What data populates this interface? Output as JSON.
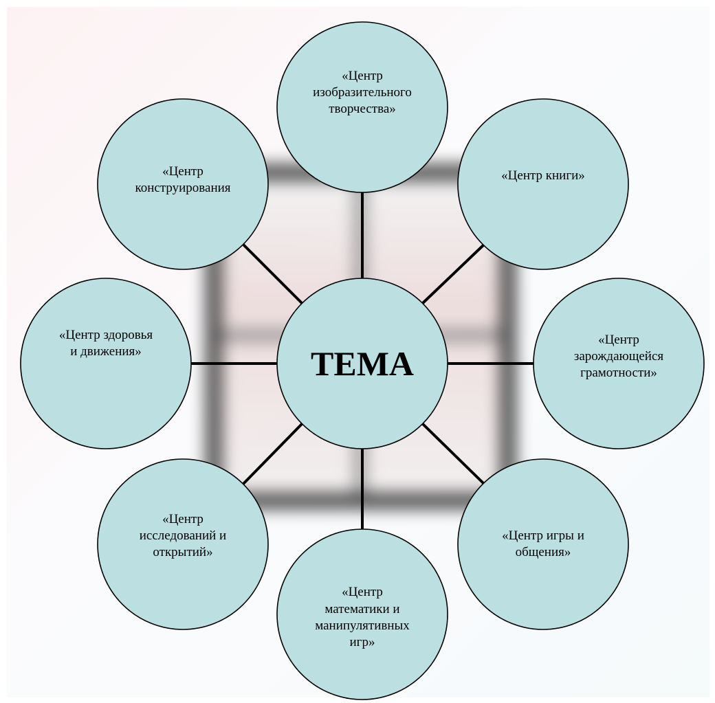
{
  "center": {
    "label": "ТЕМА"
  },
  "nodes": [
    {
      "id": "art",
      "label": "«Центр\nизобразительного\nтворчества»"
    },
    {
      "id": "book",
      "label": "«Центр книги»"
    },
    {
      "id": "literacy",
      "label": "«Центр\nзарождающейся\nграмотности»"
    },
    {
      "id": "play",
      "label": "«Центр игры и\nобщения»"
    },
    {
      "id": "math",
      "label": "«Центр\nматематики и\nманипулятивных\nигр»"
    },
    {
      "id": "research",
      "label": "«Центр\nисследований и\nоткрытий»"
    },
    {
      "id": "health",
      "label": "«Центр здоровья\nи движения»"
    },
    {
      "id": "construct",
      "label": "«Центр\nконструирования"
    }
  ],
  "colors": {
    "node_fill": "#bcdfe1",
    "stroke": "#000000",
    "text": "#000000"
  }
}
